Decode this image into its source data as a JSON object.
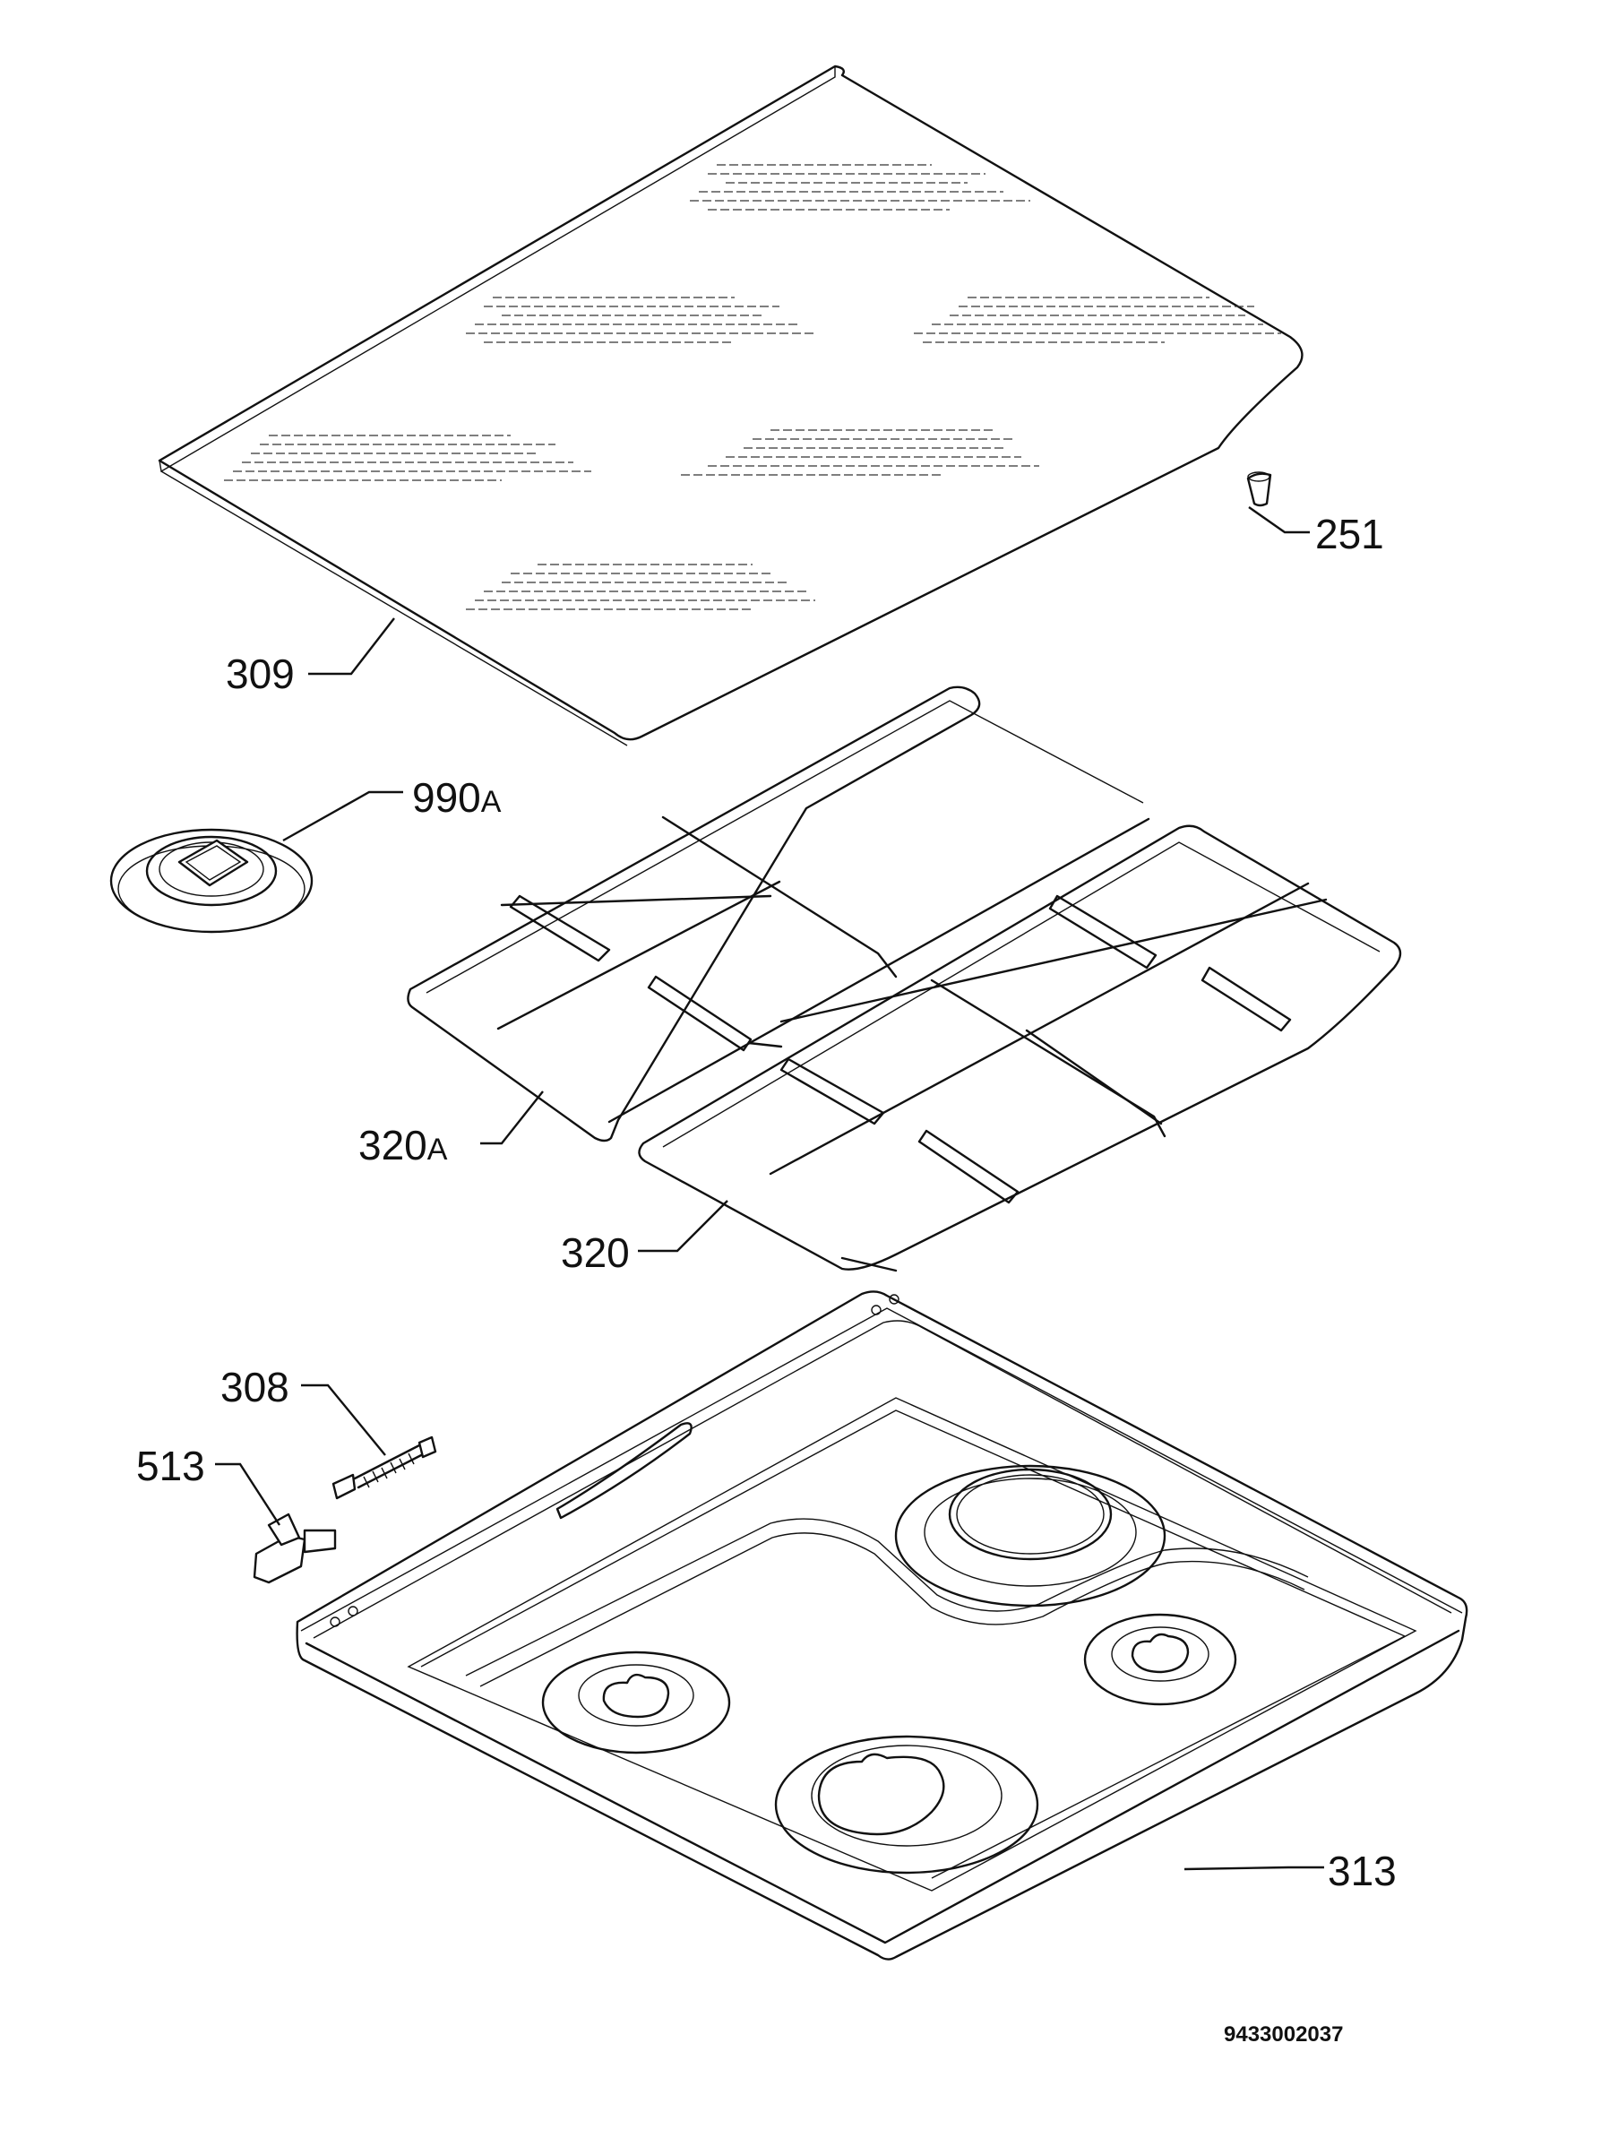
{
  "callouts": {
    "c309": "309",
    "c251": "251",
    "c990": {
      "num": "990",
      "suffix": "A"
    },
    "c320a": {
      "num": "320",
      "suffix": "A"
    },
    "c320": "320",
    "c308": "308",
    "c513": "513",
    "c313": "313"
  },
  "drawing_number": "9433002037"
}
